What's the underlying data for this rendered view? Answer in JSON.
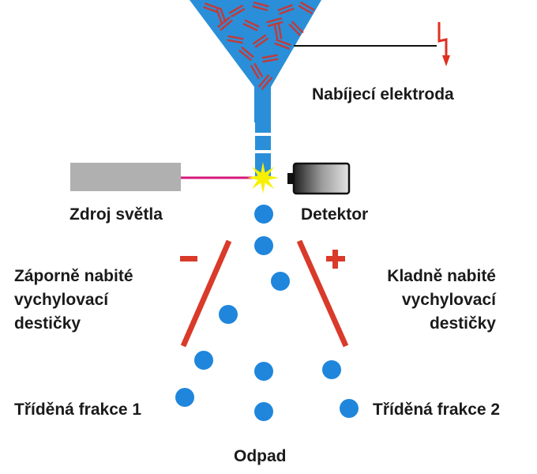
{
  "labels": {
    "charging_electrode": "Nabíjecí elektroda",
    "light_source": "Zdroj světla",
    "detector": "Detektor",
    "negative_plate_line1": "Záporně nabité",
    "negative_plate_line2": "vychylovací",
    "negative_plate_line3": "destičky",
    "positive_plate_line1": "Kladně nabité",
    "positive_plate_line2": "vychylovací",
    "positive_plate_line3": "destičky",
    "sorted_fraction_1": "Tříděná frakce 1",
    "sorted_fraction_2": "Tříděná frakce 2",
    "waste": "Odpad",
    "minus_sign": "−",
    "plus_sign": "+"
  },
  "colors": {
    "fluid": "#2a8fd8",
    "droplet": "#1f86dc",
    "particles": "#c23a3a",
    "plates": "#d93a2a",
    "electrode_wire": "#e03020",
    "laser_beam": "#d41a7a",
    "light_source": "#b0b0b0",
    "flash": "#f7f000"
  },
  "icons": {
    "electrode": "lightning-bolt-icon",
    "detector": "battery-icon",
    "flash": "star-burst-icon"
  }
}
